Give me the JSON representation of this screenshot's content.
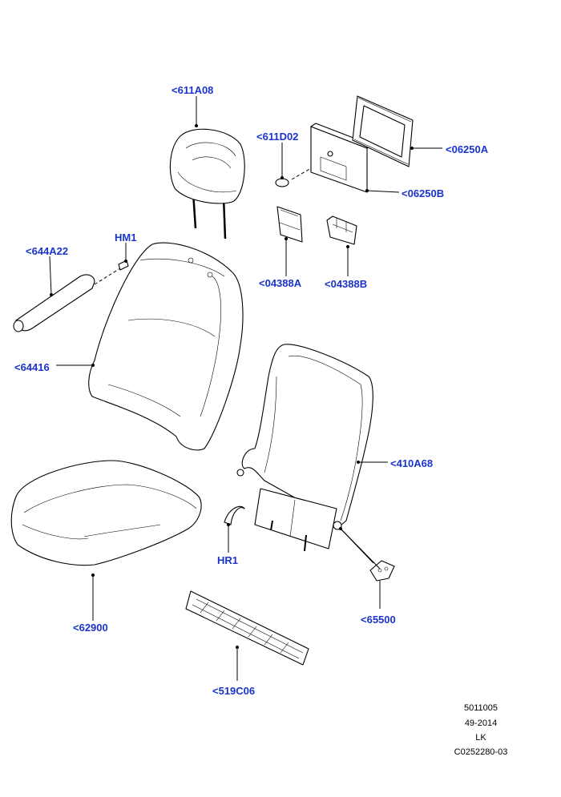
{
  "callouts": [
    {
      "id": "611A08",
      "text": "<611A08"
    },
    {
      "id": "611D02",
      "text": "<611D02"
    },
    {
      "id": "06250A",
      "text": "<06250A"
    },
    {
      "id": "06250B",
      "text": "<06250B"
    },
    {
      "id": "HM1",
      "text": "HM1"
    },
    {
      "id": "644A22",
      "text": "<644A22"
    },
    {
      "id": "04388A",
      "text": "<04388A"
    },
    {
      "id": "04388B",
      "text": "<04388B"
    },
    {
      "id": "64416",
      "text": "<64416"
    },
    {
      "id": "410A68",
      "text": "<410A68"
    },
    {
      "id": "HR1",
      "text": "HR1"
    },
    {
      "id": "62900",
      "text": "<62900"
    },
    {
      "id": "65500",
      "text": "<65500"
    },
    {
      "id": "519C06",
      "text": "<519C06"
    }
  ],
  "footer": {
    "code": "5011005",
    "date": "49-2014",
    "lk": "LK",
    "ref": "C0252280-03"
  },
  "colors": {
    "callout": "#1a33cc",
    "line": "#000000",
    "background": "#ffffff"
  }
}
